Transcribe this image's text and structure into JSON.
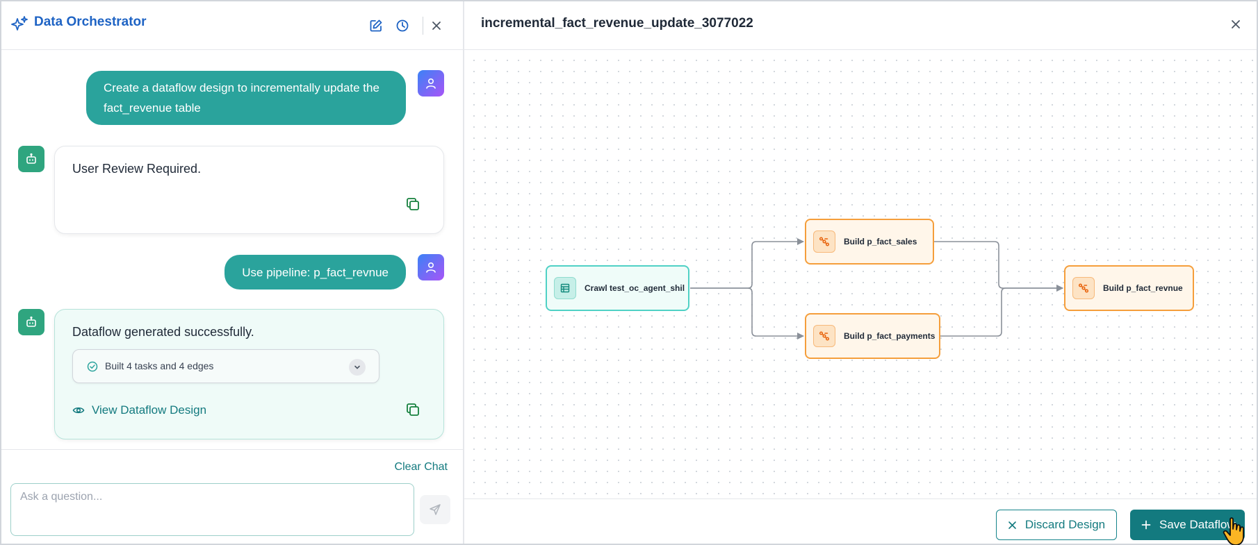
{
  "chat": {
    "title": "Data Orchestrator",
    "messages": [
      {
        "role": "user",
        "text": "Create a dataflow design to incrementally update the fact_revenue table"
      },
      {
        "role": "bot",
        "text": "User Review Required."
      },
      {
        "role": "user",
        "text": "Use pipeline: p_fact_revnue"
      },
      {
        "role": "bot",
        "text": "Dataflow generated successfully.",
        "summary": "Built 4 tasks and 4 edges",
        "link": "View Dataflow Design"
      }
    ],
    "clear_label": "Clear Chat",
    "input_placeholder": "Ask a question...",
    "input_value": ""
  },
  "design": {
    "title": "incremental_fact_revenue_update_3077022",
    "nodes": {
      "crawl": "Crawl test_oc_agent_shil",
      "sales": "Build p_fact_sales",
      "payments": "Build p_fact_payments",
      "revnue": "Build p_fact_revnue"
    },
    "discard_label": "Discard Design",
    "save_label": "Save Dataflow"
  },
  "colors": {
    "brand": "#1e63c4",
    "accent": "#137a7f",
    "user_bubble": "#2aa39c",
    "source_node": "#4fd1c5",
    "task_node": "#f59e3b"
  },
  "icons": [
    "sparkle-icon",
    "edit-icon",
    "history-icon",
    "close-icon",
    "user-icon",
    "bot-icon",
    "copy-icon",
    "check-circle-icon",
    "chevron-down-icon",
    "eye-icon",
    "send-icon",
    "table-icon",
    "pipeline-icon",
    "plus-icon",
    "pointer-hand-icon"
  ]
}
